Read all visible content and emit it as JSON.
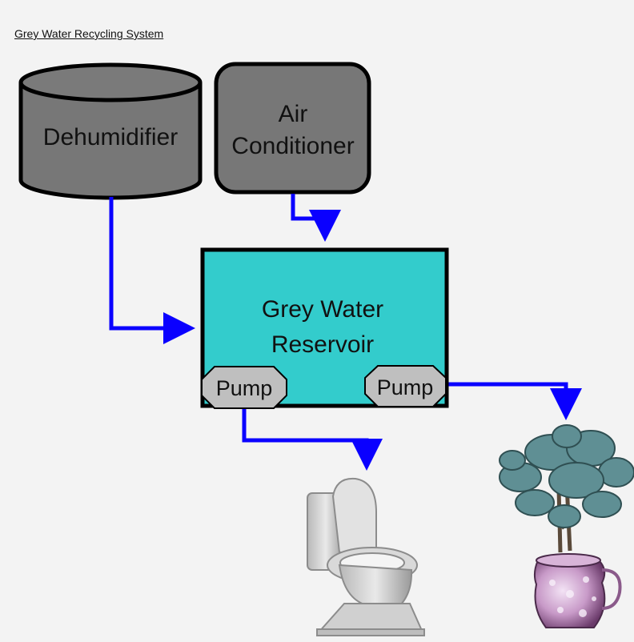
{
  "title": "Grey Water Recycling System",
  "nodes": {
    "dehumidifier": "Dehumidifier",
    "air_conditioner_line1": "Air",
    "air_conditioner_line2": "Conditioner",
    "reservoir_line1": "Grey Water",
    "reservoir_line2": "Reservoir",
    "pump_left": "Pump",
    "pump_right": "Pump"
  },
  "colors": {
    "device_fill": "#777777",
    "reservoir_fill": "#33cccc",
    "pump_fill": "#bfbfbf",
    "arrow": "#0a00ff"
  },
  "icons": {
    "toilet": "toilet-icon",
    "plant": "potted-plant-icon"
  }
}
